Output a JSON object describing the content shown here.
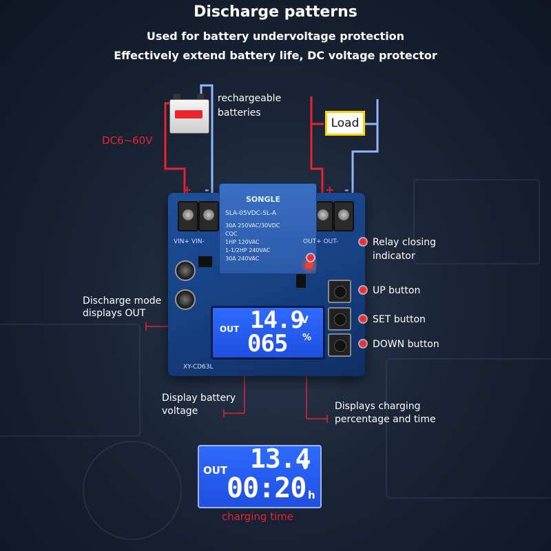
{
  "header": {
    "title": "Discharge patterns",
    "line1": "Used for battery undervoltage protection",
    "line2": "Effectively extend battery life, DC voltage protector"
  },
  "diagram": {
    "battery_label": "rechargeable\nbatteries",
    "battery_label_1": "rechargeable",
    "battery_label_2": "batteries",
    "voltage_range": "DC6~60V",
    "load_label": "Load",
    "plus": "+",
    "minus": "-"
  },
  "board": {
    "relay_brand": "SONGLE",
    "relay_model": "SLA-05VDC-SL-A",
    "relay_line1": "30A 250VAC/30VDC",
    "relay_cqc": "CQC",
    "relay_line2": "1HP 120VAC",
    "relay_line3": "1-1/2HP 240VAC",
    "relay_line4": "30A 240VAC",
    "vin_label": "VIN+ VIN-",
    "out_label": "OUT+ OUT-",
    "model": "XY-CD63L",
    "lcd_mode": "OUT",
    "lcd_voltage": "14.9",
    "lcd_voltage_unit": "V",
    "lcd_percent": "065",
    "lcd_percent_unit": "%"
  },
  "callouts": {
    "relay_indicator": "Relay closing\nindicator",
    "relay_indicator_1": "Relay closing",
    "relay_indicator_2": "indicator",
    "up_button": "UP button",
    "set_button": "SET button",
    "down_button": "DOWN button",
    "discharge_mode_1": "Discharge mode",
    "discharge_mode_2": "displays OUT",
    "battery_voltage_1": "Display battery",
    "battery_voltage_2": "voltage",
    "charging_pct_1": "Displays charging",
    "charging_pct_2": "percentage and time"
  },
  "second_display": {
    "mode": "OUT",
    "voltage": "13.4",
    "voltage_unit": "V",
    "time": "00:20",
    "time_unit": "h",
    "caption": "charging time"
  },
  "colors": {
    "accent_red": "#e8242c",
    "load_box": "#ffd400",
    "lcd_blue": "#2e6bff",
    "wire_blue": "#8fb8ff"
  }
}
